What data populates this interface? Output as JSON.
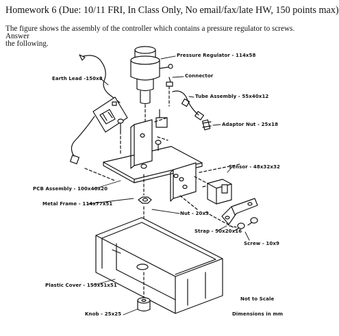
{
  "header": {
    "title": "Homework 6 (Due: 10/11 FRI, In Class Only, No email/fax/late HW, 150 points max)",
    "description_line1": "The figure shows the assembly of the controller which contains a pressure regulator to screws. Answer",
    "description_line2": "the following."
  },
  "figure": {
    "labels": {
      "pressure_regulator": "Pressure Regulator - 114x58",
      "earth_lead": "Earth Lead -150x8",
      "connector": "Connector",
      "tube_assembly": "Tube Assembly - 55x40x12",
      "adaptor_nut": "Adaptor Nut - 25x18",
      "sensor": "Sensor - 48x32x32",
      "pcb_assembly": "PCB Assembly - 100x40x20",
      "metal_frame": "Metal Frame - 114x77x51",
      "nut": "Nut - 20x3",
      "strap": "Strap - 50x20x16",
      "screw": "Screw - 10x9",
      "plastic_cover": "Plastic Cover - 155x51x51",
      "knob": "Knob - 25x25",
      "not_to_scale": "Not to Scale",
      "dimensions": "Dimensions in mm"
    }
  }
}
